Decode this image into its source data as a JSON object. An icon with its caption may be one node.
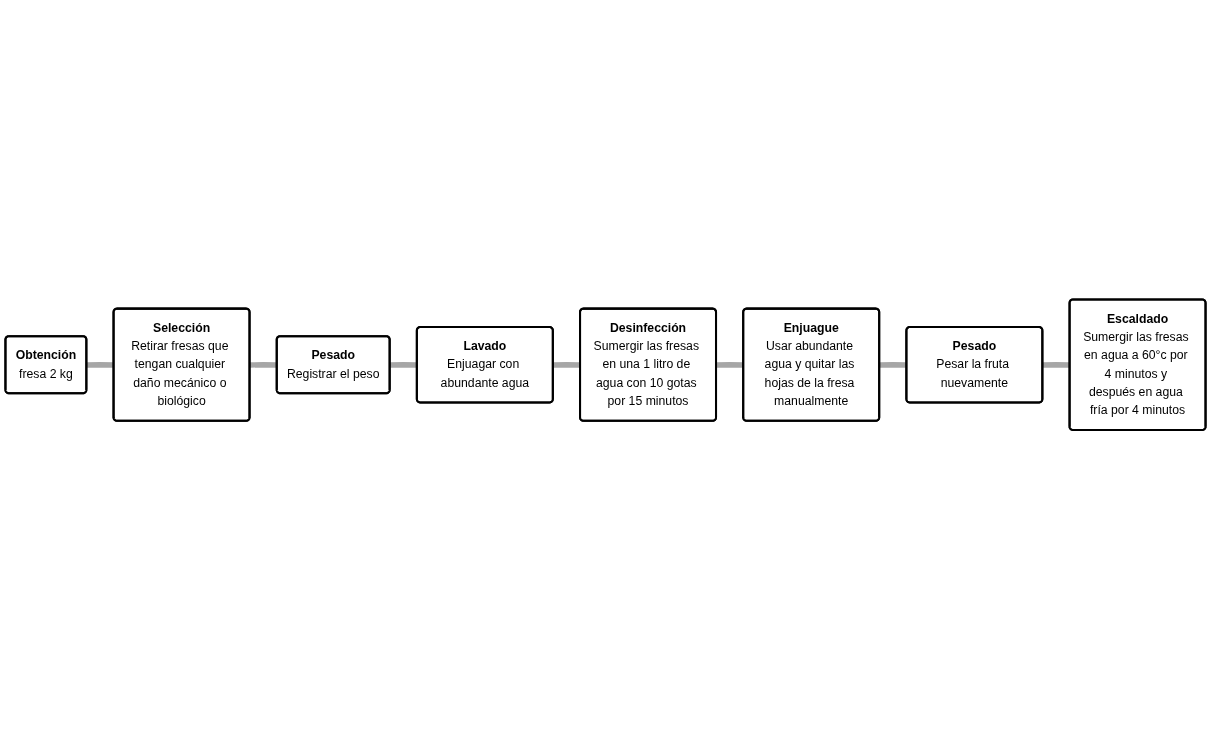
{
  "diagram": {
    "nodes": [
      {
        "text": [
          "Obtención",
          "fresa 2 kg"
        ]
      },
      {
        "text": [
          "Selección",
          "Retirar fresas que tengan cualquier daño mecánico o biológico"
        ]
      },
      {
        "text": [
          "Pesado",
          "Registrar el peso"
        ]
      },
      {
        "text": [
          "Lavado",
          "Enjuagar con abundante agua"
        ]
      },
      {
        "text": [
          "Desinfección",
          "Sumergir las fresas en una 1 litro de agua con 10 gotas por 15 minutos"
        ]
      },
      {
        "text": [
          "Enjuague",
          "Usar abundante agua y quitar las hojas de la fresa manualmente"
        ]
      },
      {
        "text": [
          "Pesado",
          "Pesar la fruta nuevamente"
        ]
      },
      {
        "text": [
          "Escaldado",
          "Sumergir las fresas en agua a 60°c por 4 minutos y después en agua fría por 4 minutos"
        ]
      }
    ],
    "edges": [
      {
        "from": 0,
        "to": 1,
        "arrow": "none"
      },
      {
        "from": 1,
        "to": 2,
        "arrow": "none"
      },
      {
        "from": 2,
        "to": 3,
        "arrow": "none"
      },
      {
        "from": 3,
        "to": 4,
        "arrow": "none"
      },
      {
        "from": 4,
        "to": 5,
        "arrow": "none"
      },
      {
        "from": 5,
        "to": 6,
        "arrow": "none"
      },
      {
        "from": 6,
        "to": 7,
        "arrow": "none"
      }
    ]
  }
}
